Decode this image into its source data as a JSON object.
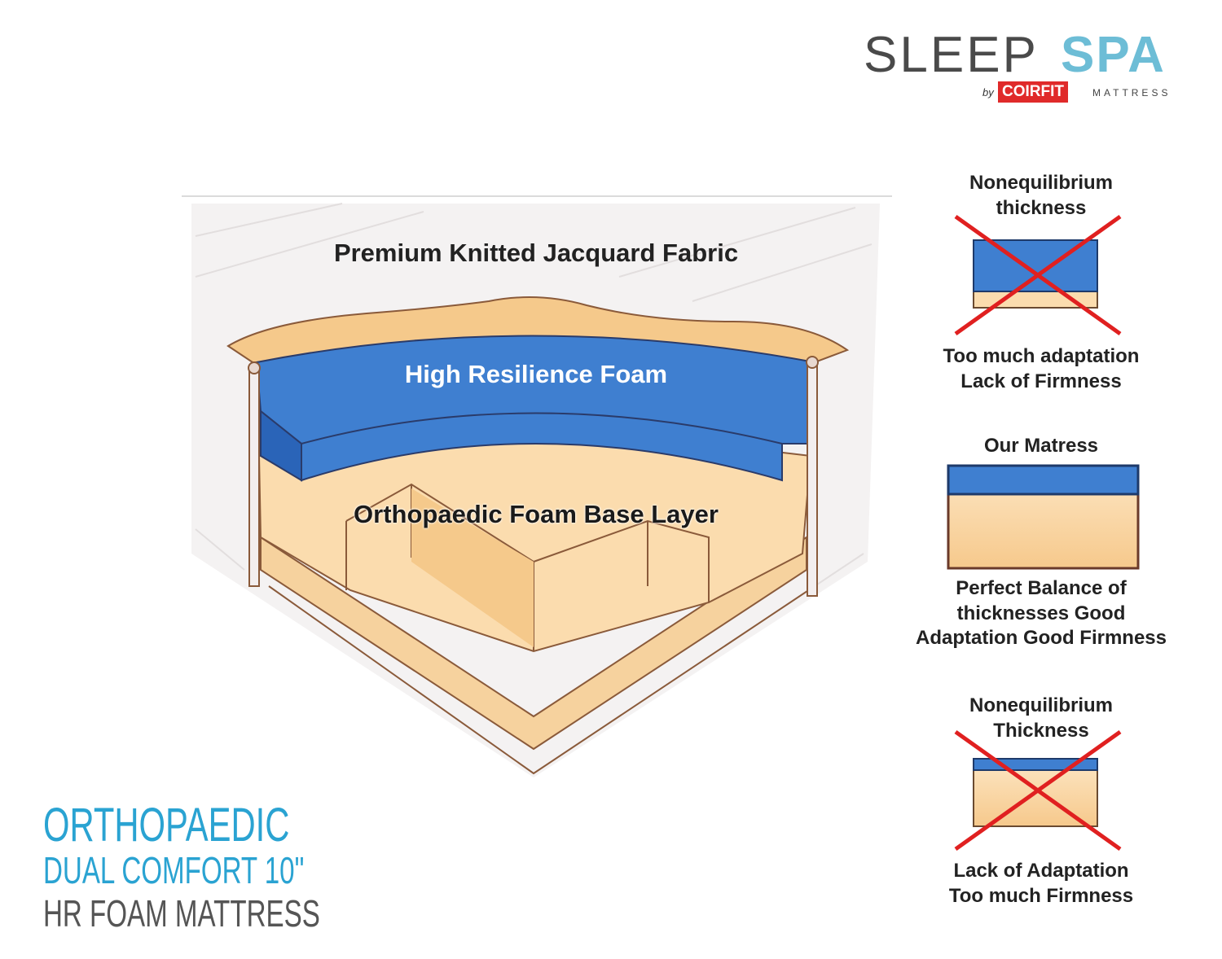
{
  "logo": {
    "brand_part1": "SLEEP",
    "brand_part2": "SPA",
    "by": "by",
    "company": "COIRFIT",
    "suffix": "MATTRESS"
  },
  "diagram": {
    "layer_fabric": "Premium Knitted Jacquard Fabric",
    "layer_hr_foam": "High Resilience Foam",
    "layer_base": "Orthopaedic Foam Base Layer"
  },
  "comparison": [
    {
      "title": "Nonequilibrium thickness",
      "caption_1": "Too much adaptation",
      "caption_2": "Lack of Firmness",
      "crossed": true,
      "blue_fraction": 0.76
    },
    {
      "title": "Our Matress",
      "caption_1": "Perfect Balance of",
      "caption_2": "thicknesses Good",
      "caption_3": "Adaptation Good Firmness",
      "crossed": false,
      "blue_fraction": 0.28
    },
    {
      "title_1": "Nonequilibrium",
      "title_2": "Thickness",
      "caption_1": "Lack of Adaptation",
      "caption_2": "Too much Firmness",
      "crossed": true,
      "blue_fraction": 0.17
    }
  ],
  "product": {
    "line1": "ORTHOPAEDIC",
    "line2": "DUAL COMFORT 10\"",
    "line3": "HR FOAM MATTRESS"
  },
  "colors": {
    "blue": "#3f7fd0",
    "tan": "#f7d9a6",
    "red": "#e02020",
    "accent": "#2aa3d2"
  }
}
